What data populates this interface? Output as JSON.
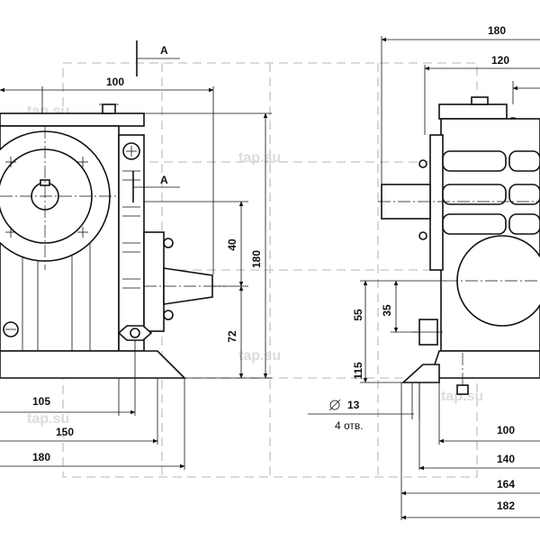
{
  "watermark": "tap.su",
  "section_label": "A",
  "left_view": {
    "dims": {
      "d100": "100",
      "d180v": "180",
      "d40": "40",
      "d72": "72",
      "d105": "105",
      "d150": "150",
      "d180h": "180"
    }
  },
  "right_view": {
    "dims": {
      "d180": "180",
      "d120": "120",
      "d55": "55",
      "d35": "35",
      "d115": "115",
      "hole_diameter": "13",
      "hole_note": "4 отв.",
      "d100": "100",
      "d140": "140",
      "d164": "164",
      "d182": "182"
    }
  }
}
